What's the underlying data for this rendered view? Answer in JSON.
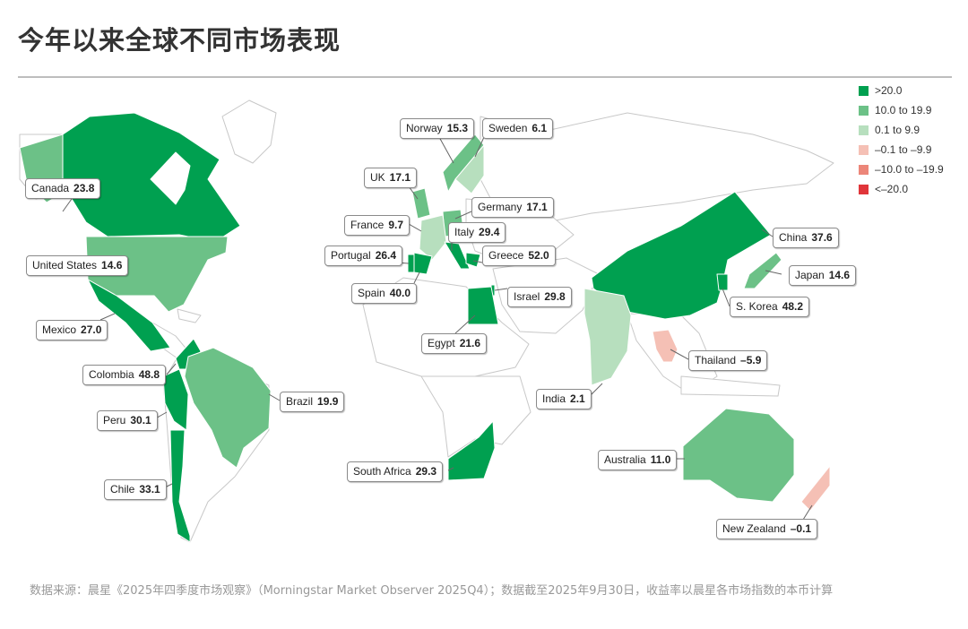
{
  "title": "今年以来全球不同市场表现",
  "legend": [
    {
      "label": ">20.0",
      "color": "#00a050"
    },
    {
      "label": "10.0 to 19.9",
      "color": "#6cc187"
    },
    {
      "label": "0.1 to 9.9",
      "color": "#b7dfbe"
    },
    {
      "label": "–0.1 to –9.9",
      "color": "#f5c0b5"
    },
    {
      "label": "–10.0 to –19.9",
      "color": "#ec8679"
    },
    {
      "label": "<–20.0",
      "color": "#e0353a"
    }
  ],
  "markets": [
    {
      "name": "Canada",
      "value": "23.8"
    },
    {
      "name": "United States",
      "value": "14.6"
    },
    {
      "name": "Mexico",
      "value": "27.0"
    },
    {
      "name": "Colombia",
      "value": "48.8"
    },
    {
      "name": "Peru",
      "value": "30.1"
    },
    {
      "name": "Brazil",
      "value": "19.9"
    },
    {
      "name": "Chile",
      "value": "33.1"
    },
    {
      "name": "Norway",
      "value": "15.3"
    },
    {
      "name": "Sweden",
      "value": "6.1"
    },
    {
      "name": "UK",
      "value": "17.1"
    },
    {
      "name": "Germany",
      "value": "17.1"
    },
    {
      "name": "France",
      "value": "9.7"
    },
    {
      "name": "Italy",
      "value": "29.4"
    },
    {
      "name": "Portugal",
      "value": "26.4"
    },
    {
      "name": "Greece",
      "value": "52.0"
    },
    {
      "name": "Spain",
      "value": "40.0"
    },
    {
      "name": "Israel",
      "value": "29.8"
    },
    {
      "name": "Egypt",
      "value": "21.6"
    },
    {
      "name": "South Africa",
      "value": "29.3"
    },
    {
      "name": "China",
      "value": "37.6"
    },
    {
      "name": "Japan",
      "value": "14.6"
    },
    {
      "name": "S. Korea",
      "value": "48.2"
    },
    {
      "name": "Thailand",
      "value": "–5.9"
    },
    {
      "name": "India",
      "value": "2.1"
    },
    {
      "name": "Australia",
      "value": "11.0"
    },
    {
      "name": "New Zealand",
      "value": "–0.1"
    }
  ],
  "source": "数据来源：晨星《2025年四季度市场观察》（Morningstar Market Observer 2025Q4）；数据截至2025年9月30日，收益率以晨星各市场指数的本币计算"
}
